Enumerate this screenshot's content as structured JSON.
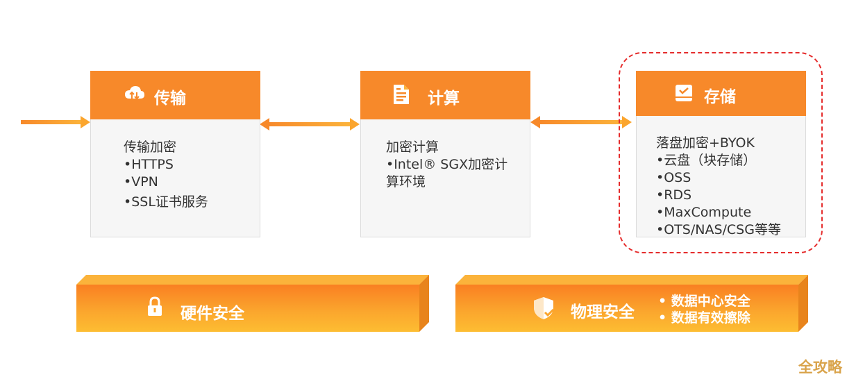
{
  "cards": {
    "transmit": {
      "title": "传输",
      "lines": [
        "传输加密",
        "•HTTPS",
        "•VPN",
        "•SSL证书服务"
      ]
    },
    "compute": {
      "title": "计算",
      "lines": [
        "加密计算",
        "•Intel® SGX加密计",
        "算环境"
      ]
    },
    "storage": {
      "title": "存储",
      "lines": [
        "落盘加密+BYOK",
        "•云盘（块存储）",
        "•OSS",
        "•RDS",
        "•MaxCompute",
        "•OTS/NAS/CSG等等"
      ]
    }
  },
  "bars": {
    "hardware": {
      "label": "硬件安全"
    },
    "physical": {
      "label": "物理安全",
      "bullets": [
        "• 数据中心安全",
        "• 数据有效擦除"
      ]
    }
  },
  "watermark": "全攻略",
  "colors": {
    "accent": "#f7892a",
    "highlight_ring": "#e52c2c",
    "card_body": "#f6f6f6"
  },
  "icons": [
    "cloud-transfer-icon",
    "document-icon",
    "storage-drive-icon",
    "lock-icon",
    "shield-check-icon"
  ]
}
